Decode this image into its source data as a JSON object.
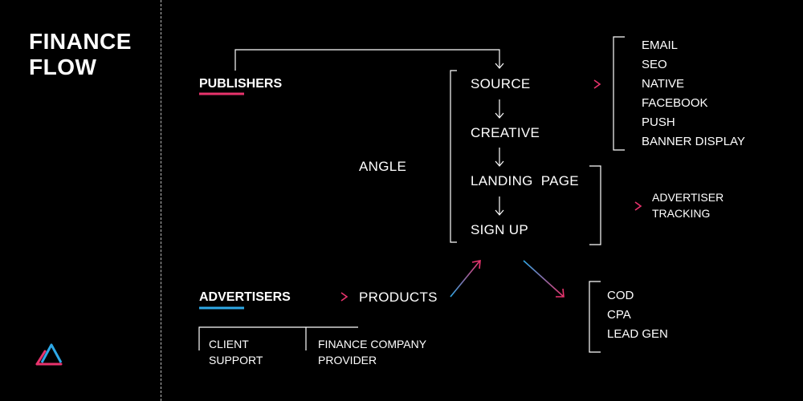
{
  "title": [
    "FINANCE",
    "FLOW"
  ],
  "publishers": {
    "label": "PUBLISHERS"
  },
  "advertisers": {
    "label": "ADVERTISERS"
  },
  "flow_steps": [
    "SOURCE",
    "CREATIVE",
    "LANDING  PAGE",
    "SIGN UP"
  ],
  "angle": "ANGLE",
  "products": "PRODUCTS",
  "sources": [
    "EMAIL",
    "SEO",
    "NATIVE",
    "FACEBOOK",
    "PUSH",
    "BANNER DISPLAY"
  ],
  "tracking": [
    "ADVERTISER",
    "TRACKING"
  ],
  "payouts": [
    "COD",
    "CPA",
    "LEAD GEN"
  ],
  "client_support": [
    "CLIENT",
    "SUPPORT"
  ],
  "finance_provider": [
    "FINANCE COMPANY",
    "PROVIDER"
  ],
  "colors": {
    "background": "#000000",
    "accent_pink": "#e8336d",
    "accent_blue": "#2ea8e6",
    "line": "#ffffff"
  },
  "icons": [
    "logo-triangle-icon"
  ]
}
